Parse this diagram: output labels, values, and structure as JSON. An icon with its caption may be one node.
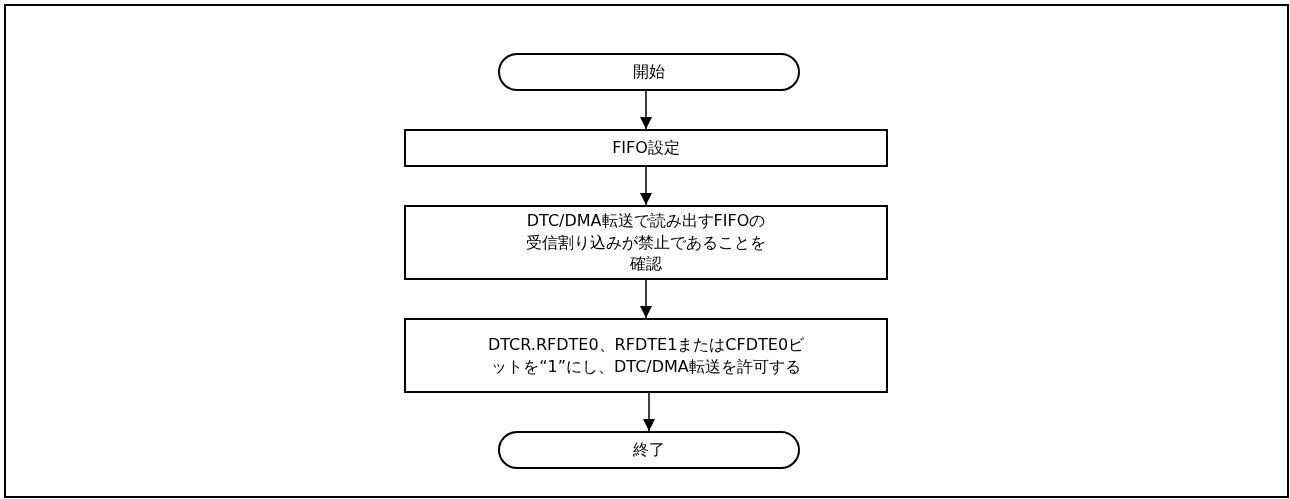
{
  "diagram": {
    "nodes": [
      {
        "text": [
          "開始"
        ]
      },
      {
        "text": [
          "FIFO設定"
        ]
      },
      {
        "text": [
          "DTC/DMA転送で読み出すFIFOの受信割り込みが禁止であることを確認"
        ]
      },
      {
        "text": [
          "DTCR.RFDTE0、RFDTE1またはCFDTE0ビットを“1”にし、DTC/DMA転送を許可する"
        ]
      },
      {
        "text": [
          "終了"
        ]
      }
    ],
    "edges": [
      {
        "from": 0,
        "to": 1,
        "arrow": "to"
      },
      {
        "from": 1,
        "to": 2,
        "arrow": "to"
      },
      {
        "from": 2,
        "to": 3,
        "arrow": "to"
      },
      {
        "from": 3,
        "to": 4,
        "arrow": "to"
      }
    ]
  }
}
